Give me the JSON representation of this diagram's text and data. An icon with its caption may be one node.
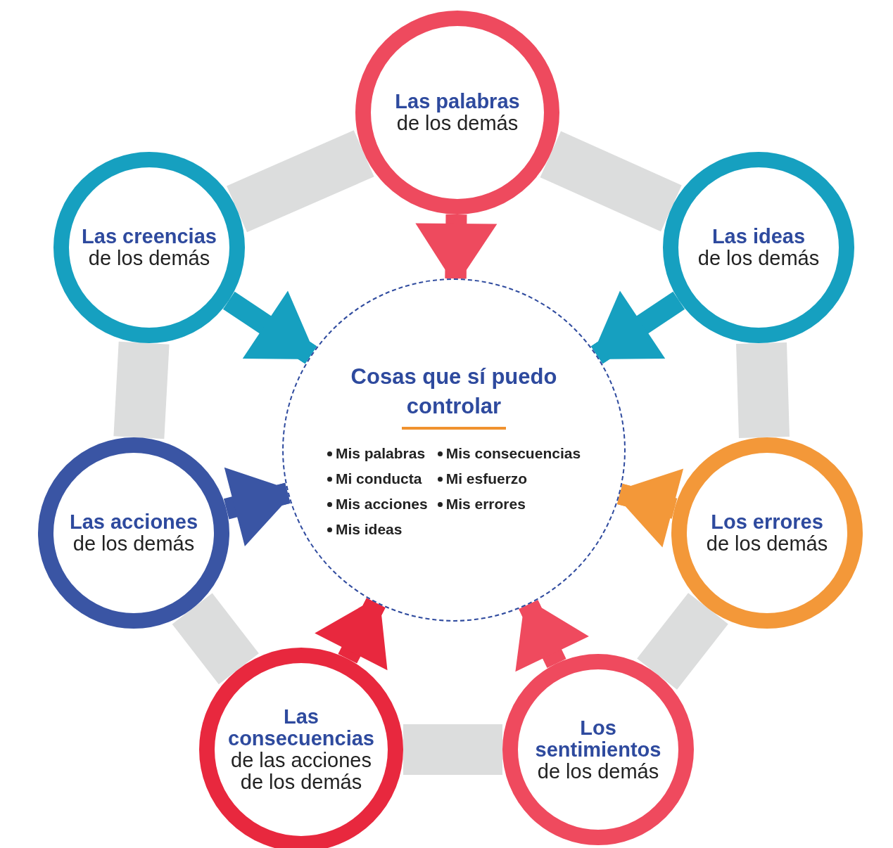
{
  "diagram": {
    "nodes": [
      {
        "text": [
          "Las palabras",
          "de los demás"
        ]
      },
      {
        "text": [
          "Las creencias",
          "de los demás"
        ]
      },
      {
        "text": [
          "Las ideas",
          "de los demás"
        ]
      },
      {
        "text": [
          "Cosas que sí puedo controlar",
          "Mis palabras",
          "Mis consecuencias",
          "Mi conducta",
          "Mi esfuerzo",
          "Mis acciones",
          "Mis errores",
          "Mis ideas"
        ]
      },
      {
        "text": [
          "Las acciones",
          "de los demás"
        ]
      },
      {
        "text": [
          "Los errores",
          "de los demás"
        ]
      },
      {
        "text": [
          "Las consecuencias",
          "de las acciones de los demás"
        ]
      },
      {
        "text": [
          "Los sentimientos",
          "de los demás"
        ]
      }
    ],
    "edges": [
      {
        "from": 0,
        "to": 2,
        "arrow": "none",
        "style": "thick",
        "color": "#dcdddd"
      },
      {
        "from": 2,
        "to": 5,
        "arrow": "none",
        "style": "thick",
        "color": "#dcdddd"
      },
      {
        "from": 5,
        "to": 7,
        "arrow": "none",
        "style": "thick",
        "color": "#dcdddd"
      },
      {
        "from": 7,
        "to": 6,
        "arrow": "none",
        "style": "thick",
        "color": "#dcdddd"
      },
      {
        "from": 6,
        "to": 4,
        "arrow": "none",
        "style": "thick",
        "color": "#dcdddd"
      },
      {
        "from": 4,
        "to": 1,
        "arrow": "none",
        "style": "thick",
        "color": "#dcdddd"
      },
      {
        "from": 1,
        "to": 0,
        "arrow": "none",
        "style": "thick",
        "color": "#dcdddd"
      },
      {
        "from": 0,
        "to": 3,
        "arrow": "to",
        "color": "#ee4a5e"
      },
      {
        "from": 1,
        "to": 3,
        "arrow": "to",
        "color": "#16a0c0"
      },
      {
        "from": 2,
        "to": 3,
        "arrow": "to",
        "color": "#16a0c0"
      },
      {
        "from": 4,
        "to": 3,
        "arrow": "to",
        "color": "#3a55a4"
      },
      {
        "from": 5,
        "to": 3,
        "arrow": "to",
        "color": "#f39839"
      },
      {
        "from": 6,
        "to": 3,
        "arrow": "to",
        "color": "#e8283e"
      },
      {
        "from": 7,
        "to": 3,
        "arrow": "to",
        "color": "#ef4a5e"
      }
    ]
  }
}
